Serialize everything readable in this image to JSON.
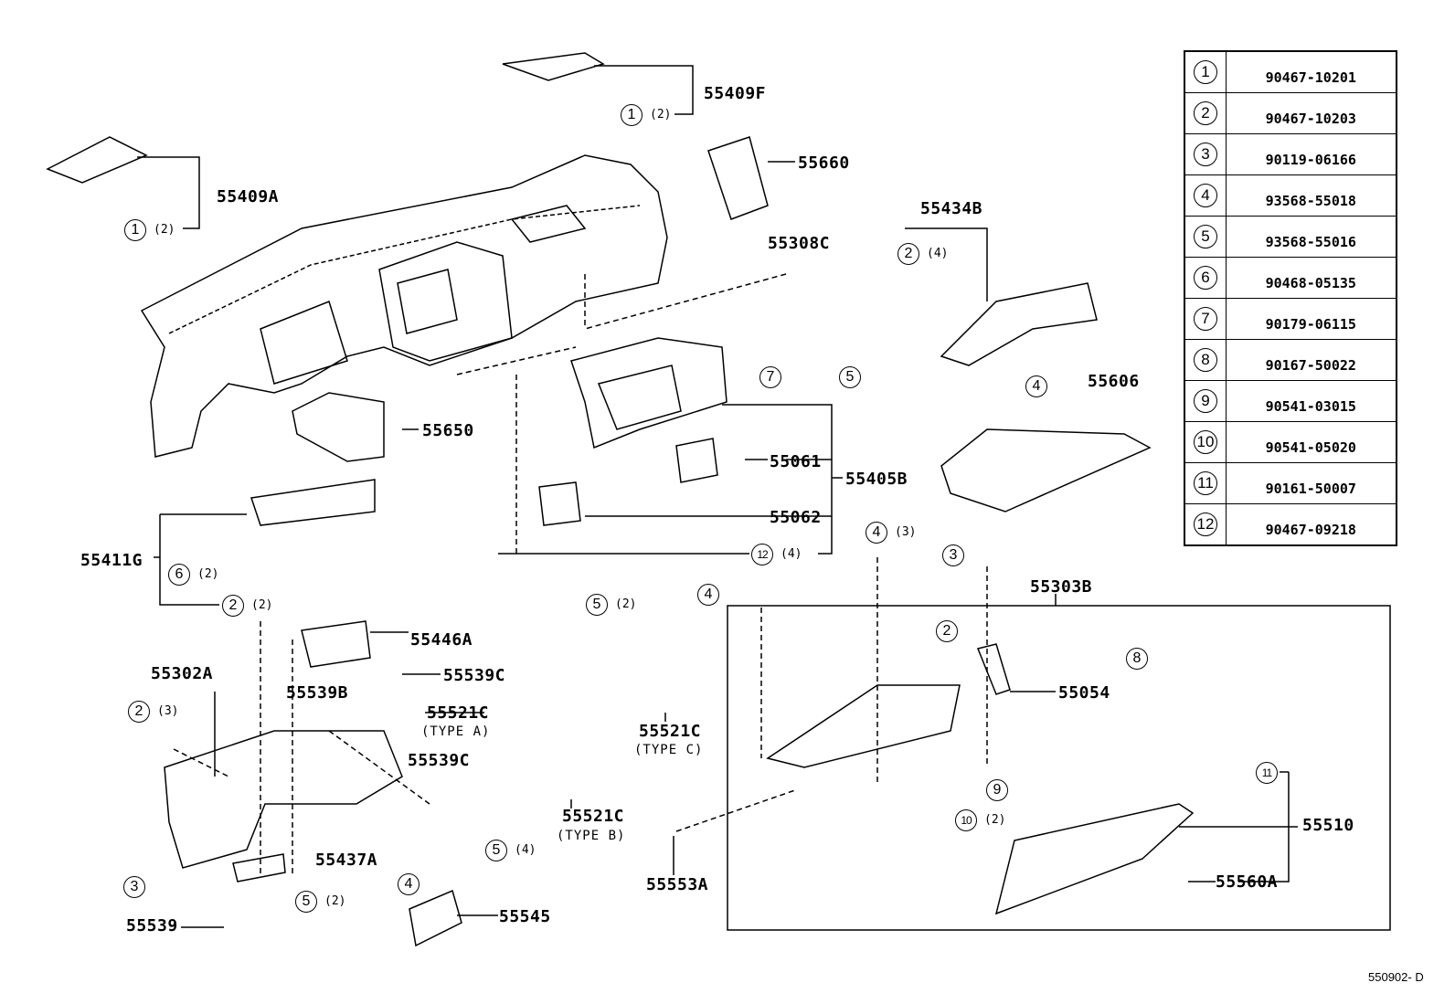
{
  "diagram_ref": "550902- D",
  "parts_table": [
    {
      "num": "1",
      "part": "90467-10201"
    },
    {
      "num": "2",
      "part": "90467-10203"
    },
    {
      "num": "3",
      "part": "90119-06166"
    },
    {
      "num": "4",
      "part": "93568-55018"
    },
    {
      "num": "5",
      "part": "93568-55016"
    },
    {
      "num": "6",
      "part": "90468-05135"
    },
    {
      "num": "7",
      "part": "90179-06115"
    },
    {
      "num": "8",
      "part": "90167-50022"
    },
    {
      "num": "9",
      "part": "90541-03015"
    },
    {
      "num": "10",
      "part": "90541-05020"
    },
    {
      "num": "11",
      "part": "90161-50007"
    },
    {
      "num": "12",
      "part": "90467-09218"
    }
  ],
  "labels": [
    "55409F",
    "55409A",
    "55660",
    "55434B",
    "55308C",
    "55606",
    "55650",
    "55061",
    "55405B",
    "55062",
    "55411G",
    "55303B",
    "55446A",
    "55539C",
    "55302A",
    "55539B",
    "55054",
    "55521C",
    "55521C",
    "55539C",
    "55521C",
    "55510",
    "55437A",
    "55553A",
    "55560A",
    "55545",
    "55539"
  ],
  "subs": [
    "(TYPE A)",
    "(TYPE C)",
    "(TYPE B)"
  ],
  "callouts": [
    {
      "num": "1",
      "qty": "(2)"
    },
    {
      "num": "1",
      "qty": "(2)"
    },
    {
      "num": "2",
      "qty": "(4)"
    },
    {
      "num": "7",
      "qty": ""
    },
    {
      "num": "5",
      "qty": ""
    },
    {
      "num": "4",
      "qty": ""
    },
    {
      "num": "12",
      "qty": "(4)"
    },
    {
      "num": "6",
      "qty": "(2)"
    },
    {
      "num": "2",
      "qty": "(2)"
    },
    {
      "num": "4",
      "qty": "(3)"
    },
    {
      "num": "3",
      "qty": ""
    },
    {
      "num": "4",
      "qty": ""
    },
    {
      "num": "5",
      "qty": "(2)"
    },
    {
      "num": "2",
      "qty": ""
    },
    {
      "num": "8",
      "qty": ""
    },
    {
      "num": "2",
      "qty": "(3)"
    },
    {
      "num": "9",
      "qty": ""
    },
    {
      "num": "11",
      "qty": ""
    },
    {
      "num": "10",
      "qty": "(2)"
    },
    {
      "num": "5",
      "qty": "(4)"
    },
    {
      "num": "3",
      "qty": ""
    },
    {
      "num": "4",
      "qty": ""
    },
    {
      "num": "5",
      "qty": "(2)"
    }
  ]
}
